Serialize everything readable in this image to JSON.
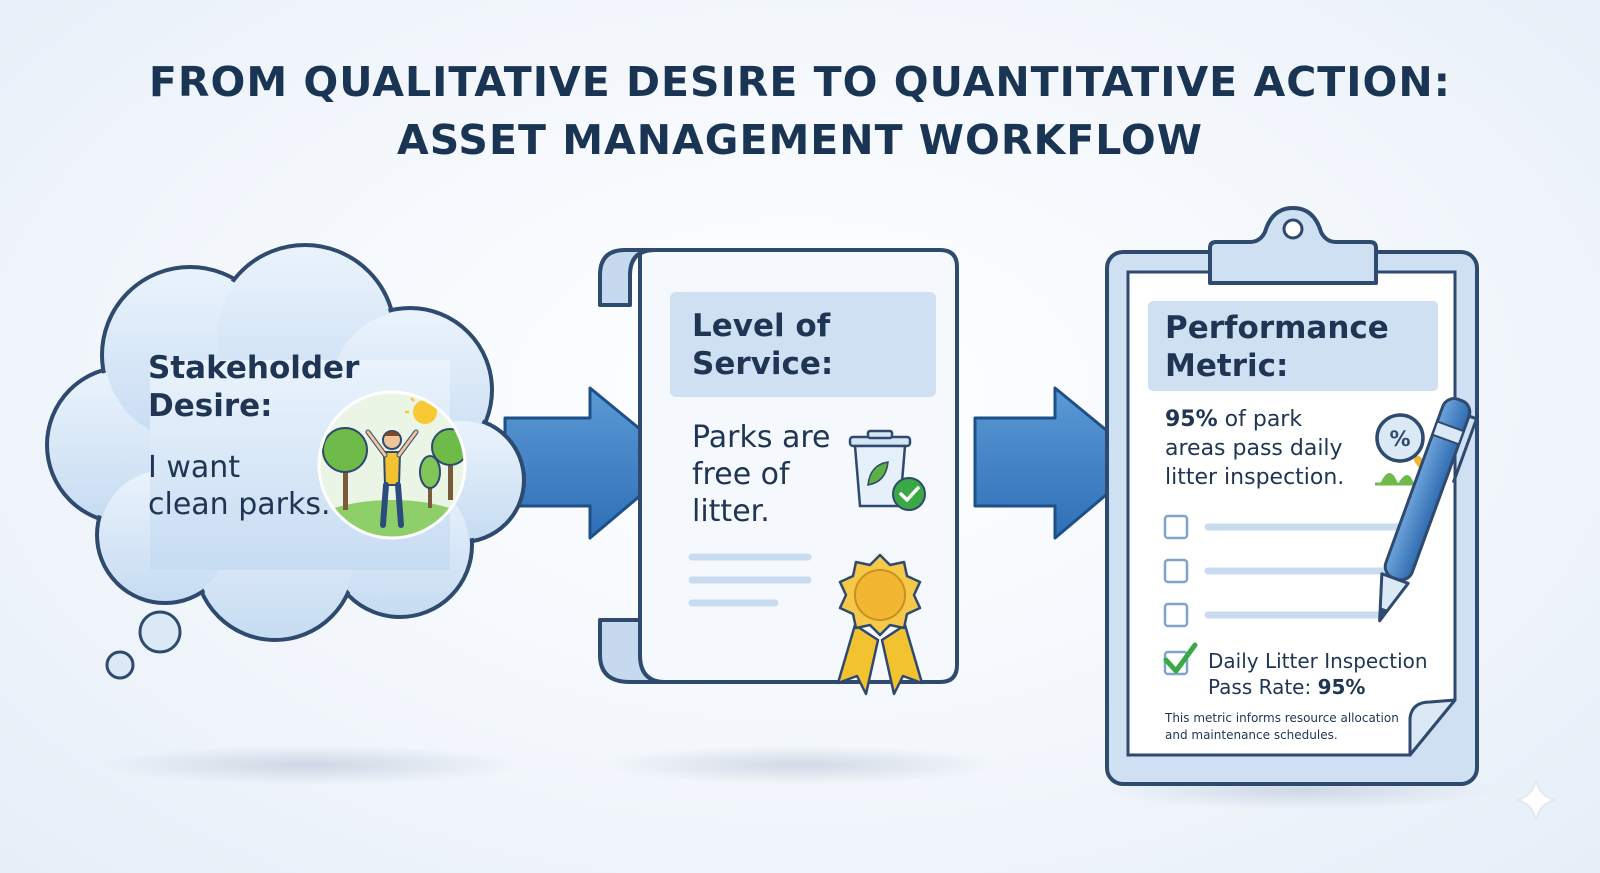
{
  "title": {
    "line1": "FROM QUALITATIVE DESIRE TO QUANTITATIVE ACTION:",
    "line2": "ASSET MANAGEMENT WORKFLOW"
  },
  "steps": [
    {
      "heading_line1": "Stakeholder",
      "heading_line2": "Desire:",
      "body_line1": "I want",
      "body_line2": "clean parks.",
      "icon": "person-in-park-icon"
    },
    {
      "heading_line1": "Level of",
      "heading_line2": "Service:",
      "body_line1": "Parks are",
      "body_line2": "free of",
      "body_line3": "litter.",
      "icons": [
        "trash-can-check-icon",
        "award-ribbon-icon"
      ]
    },
    {
      "heading_line1": "Performance",
      "heading_line2": "Metric:",
      "metric_value": "95%",
      "metric_line1_rest": " of park",
      "metric_line2": "areas pass daily",
      "metric_line3": "litter inspection.",
      "checklist_label_line1": "Daily Litter Inspection",
      "checklist_label_line2_prefix": "Pass Rate: ",
      "checklist_value": "95%",
      "footnote_line1": "This metric informs resource allocation",
      "footnote_line2": "and maintenance schedules.",
      "icons": [
        "magnifier-percent-icon",
        "pen-icon",
        "checkbox-checked-icon"
      ]
    }
  ],
  "colors": {
    "navy": "#1a3553",
    "outline": "#2e4a6e",
    "light_blue": "#cfe0f3",
    "arrow_blue": "#3e7fc4",
    "check_green": "#3aa845",
    "gold": "#f2b632"
  }
}
